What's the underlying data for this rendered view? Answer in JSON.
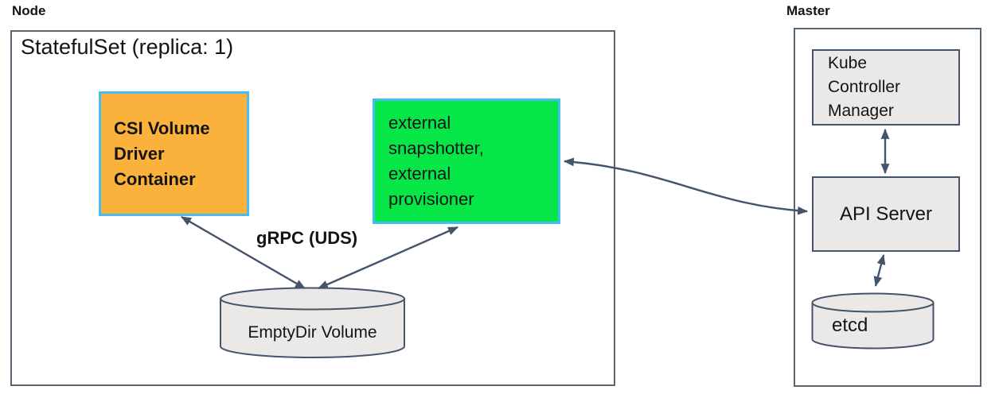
{
  "colors": {
    "orange-fill": "#FAB23C",
    "green-fill": "#06E747",
    "cyan-border": "#44BEF0",
    "gray-fill": "#EAE9E7",
    "slate": "#44546A",
    "outer-border": "#596673",
    "arrow": "#44546A",
    "text": "#141414",
    "background": "#FFFFFF"
  },
  "node_panel": {
    "label": "Node",
    "statefulset_label": "StatefulSet (replica: 1)",
    "csi_driver_box": "CSI Volume\nDriver\nContainer",
    "sidecar_box": "external\nsnapshotter,\nexternal\nprovisioner",
    "grpc_label": "gRPC (UDS)",
    "emptydir_cylinder": "EmptyDir Volume"
  },
  "master_panel": {
    "label": "Master",
    "kube_controller_manager_box": "Kube\nController\nManager",
    "api_server_box": "API Server",
    "etcd_cylinder": "etcd"
  }
}
